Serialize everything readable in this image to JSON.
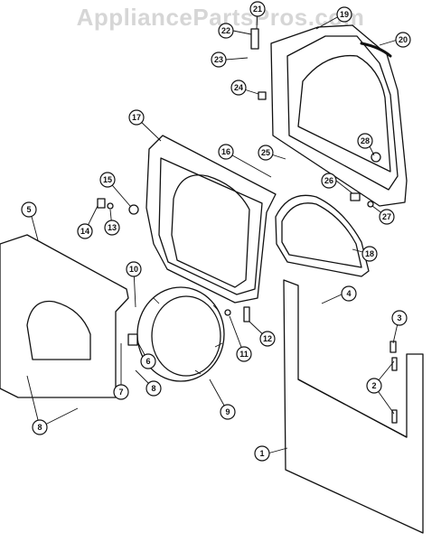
{
  "watermark": "AppliancePartsPros.com",
  "callouts": [
    {
      "label": "1"
    },
    {
      "label": "2"
    },
    {
      "label": "3"
    },
    {
      "label": "4"
    },
    {
      "label": "5"
    },
    {
      "label": "6"
    },
    {
      "label": "7"
    },
    {
      "label": "8"
    },
    {
      "label": "8"
    },
    {
      "label": "9"
    },
    {
      "label": "10"
    },
    {
      "label": "11"
    },
    {
      "label": "12"
    },
    {
      "label": "13"
    },
    {
      "label": "14"
    },
    {
      "label": "15"
    },
    {
      "label": "16"
    },
    {
      "label": "17"
    },
    {
      "label": "18"
    },
    {
      "label": "19"
    },
    {
      "label": "20"
    },
    {
      "label": "21"
    },
    {
      "label": "22"
    },
    {
      "label": "23"
    },
    {
      "label": "24"
    },
    {
      "label": "25"
    },
    {
      "label": "26"
    },
    {
      "label": "27"
    },
    {
      "label": "28"
    }
  ]
}
